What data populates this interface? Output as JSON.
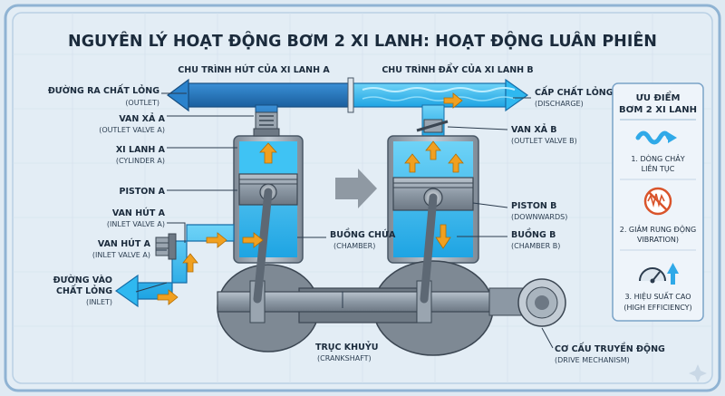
{
  "title": "NGUYÊN LÝ HOẠT ĐỘNG BƠM 2 XI LANH: HOẠT ĐỘNG LUÂN PHIÊN",
  "captions": {
    "cycle_a": "CHU TRÌNH HÚT CỦA XI LANH A",
    "cycle_b": "CHU TRÌNH ĐẨY CỦA XI LANH B"
  },
  "labels_left": [
    {
      "title": "ĐƯỜNG RA CHẤT LỎNG",
      "sub": "(OUTLET)"
    },
    {
      "title": "VAN XẢ A",
      "sub": "(OUTLET VALVE A)"
    },
    {
      "title": "XI LANH A",
      "sub": "(CYLINDER A)"
    },
    {
      "title": "PISTON A",
      "sub": ""
    },
    {
      "title": "VAN HÚT A",
      "sub": "(INLET VALVE A)"
    },
    {
      "title": "VAN HÚT A",
      "sub": "(INLET VALVE A)"
    },
    {
      "title": "ĐƯỜNG VÀO",
      "title2": "CHẤT LỎNG",
      "sub": "(INLET)"
    }
  ],
  "labels_right": [
    {
      "title": "CẤP CHẤT LỎNG",
      "sub": "(DISCHARGE)"
    },
    {
      "title": "VAN XẢ B",
      "sub": "(OUTLET VALVE B)"
    },
    {
      "title": "PISTON B",
      "sub": "(DOWNWARDS)"
    },
    {
      "title": "BUỒNG B",
      "sub": "(CHAMBER B)"
    }
  ],
  "labels_center": [
    {
      "title": "BUỒNG CHỨA",
      "sub": "(CHAMBER)"
    },
    {
      "title": "TRỤC KHUỶU",
      "sub": "(CRANKSHAFT)"
    },
    {
      "title": "CƠ CẤU TRUYỀN ĐỘNG",
      "sub": "(DRIVE MECHANISM)"
    }
  ],
  "panel": {
    "title_1": "ƯU ĐIỂM",
    "title_2": "BƠM 2 XI LANH",
    "items": [
      {
        "line1": "1. DÒNG CHẢY",
        "line2": "LIÊN TỤC",
        "sub": "",
        "icon": "wave-icon"
      },
      {
        "line1": "2. GIẢM RUNG ĐỘNG",
        "line2": "",
        "sub": "VIBRATION)",
        "icon": "no-vibration-icon"
      },
      {
        "line1": "3. HIỆU SUẤT CAO",
        "line2": "",
        "sub": "(HIGH EFFICIENCY)",
        "icon": "gauge-icon"
      }
    ]
  },
  "colors": {
    "background": "#dfeaf3",
    "border": "#7aa3c8",
    "fluid": "#2fb8f0",
    "pipe_dark": "#1f74bd",
    "metal": "#8e9aa6",
    "flow_arrow": "#f0a020",
    "panel_bg": "#eef4fa"
  }
}
